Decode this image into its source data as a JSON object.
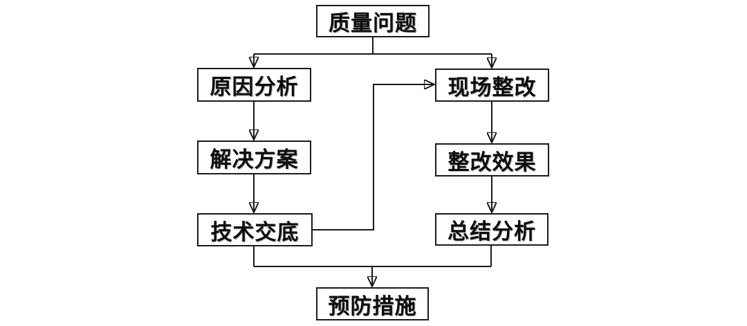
{
  "flowchart": {
    "background_color": "#ffffff",
    "line_color": "#1a1a1a",
    "box_border_color": "#1a1a1a",
    "box_fill_color": "#ffffff",
    "text_color": "#0d0d0d",
    "nodes": {
      "quality_problem": "质量问题",
      "cause_analysis": "原因分析",
      "solution": "解决方案",
      "technical_disclosure": "技术交底",
      "site_rectification": "现场整改",
      "rectification_effect": "整改效果",
      "summary_analysis": "总结分析",
      "preventive_measures": "预防措施"
    },
    "edges": [
      {
        "from": "quality_problem",
        "to": "cause_analysis",
        "style": "arrow"
      },
      {
        "from": "quality_problem",
        "to": "site_rectification",
        "style": "arrow"
      },
      {
        "from": "cause_analysis",
        "to": "solution",
        "style": "arrow"
      },
      {
        "from": "solution",
        "to": "technical_disclosure",
        "style": "arrow"
      },
      {
        "from": "technical_disclosure",
        "to": "site_rectification",
        "style": "arrow"
      },
      {
        "from": "site_rectification",
        "to": "rectification_effect",
        "style": "arrow"
      },
      {
        "from": "rectification_effect",
        "to": "summary_analysis",
        "style": "arrow"
      },
      {
        "from": "technical_disclosure",
        "to": "preventive_measures",
        "style": "arrow"
      },
      {
        "from": "summary_analysis",
        "to": "preventive_measures",
        "style": "arrow"
      }
    ]
  }
}
